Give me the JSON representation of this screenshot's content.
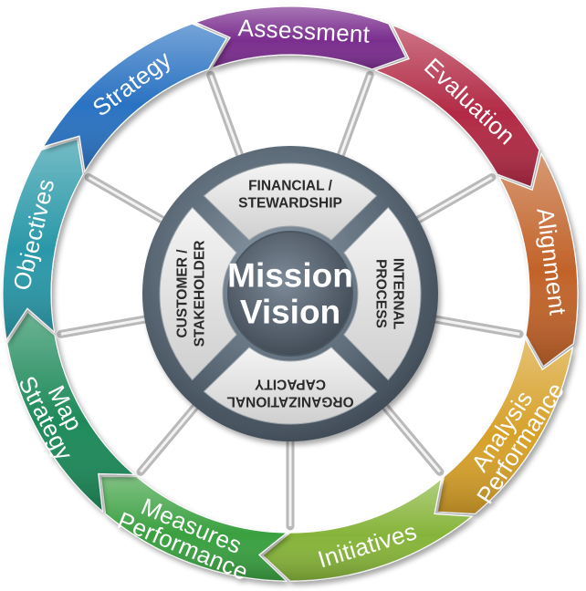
{
  "ring": {
    "segments": [
      {
        "lines": [
          "Assessment"
        ],
        "color": "#7a2d8e"
      },
      {
        "lines": [
          "Evaluation"
        ],
        "color": "#b22a45"
      },
      {
        "lines": [
          "Alignment"
        ],
        "color": "#c2632a"
      },
      {
        "lines": [
          "Performance",
          "Analysis"
        ],
        "color": "#d7a12a"
      },
      {
        "lines": [
          "Initiatives"
        ],
        "color": "#86b43a"
      },
      {
        "lines": [
          "Performance",
          "Measures"
        ],
        "color": "#3aa040"
      },
      {
        "lines": [
          "Strategy",
          "Map"
        ],
        "color": "#1e8a5a"
      },
      {
        "lines": [
          "Objectives"
        ],
        "color": "#2a98a8"
      },
      {
        "lines": [
          "Strategy"
        ],
        "color": "#2a72c2"
      }
    ]
  },
  "quadrants": [
    {
      "lines": [
        "FINANCIAL /",
        "STEWARDSHIP"
      ]
    },
    {
      "lines": [
        "INTERNAL",
        "PROCESS"
      ]
    },
    {
      "lines": [
        "ORGANIZATIONAL",
        "CAPACITY"
      ]
    },
    {
      "lines": [
        "CUSTOMER /",
        "STAKEHOLDER"
      ]
    }
  ],
  "center": {
    "lines": [
      "Mission",
      "Vision"
    ]
  }
}
